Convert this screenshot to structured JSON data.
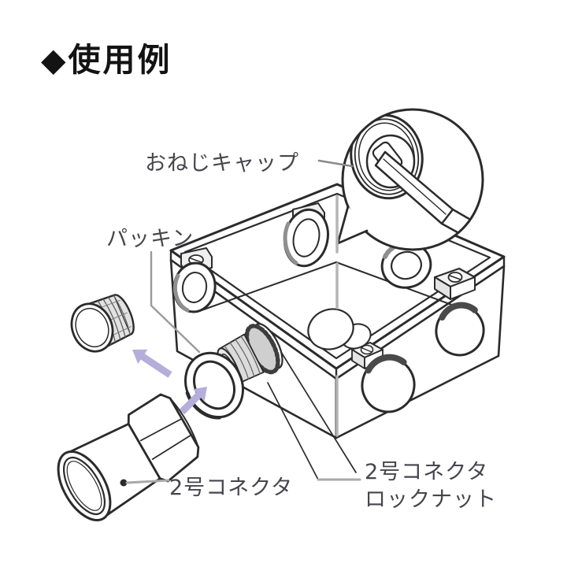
{
  "title": "◆使用例",
  "labels": {
    "screw_cap": "おねじキャップ",
    "packing": "パッキン",
    "connector": "2号コネクタ",
    "locknut_line1": "2号コネクタ",
    "locknut_line2": "ロックナット"
  },
  "colors": {
    "background": "#ffffff",
    "line_art": "#2b2b2b",
    "label_text": "#45454d",
    "leader_gray": "#a9a9a9",
    "arrow_purple": "#b5aedb",
    "shading_gray": "#d9d9d9"
  }
}
